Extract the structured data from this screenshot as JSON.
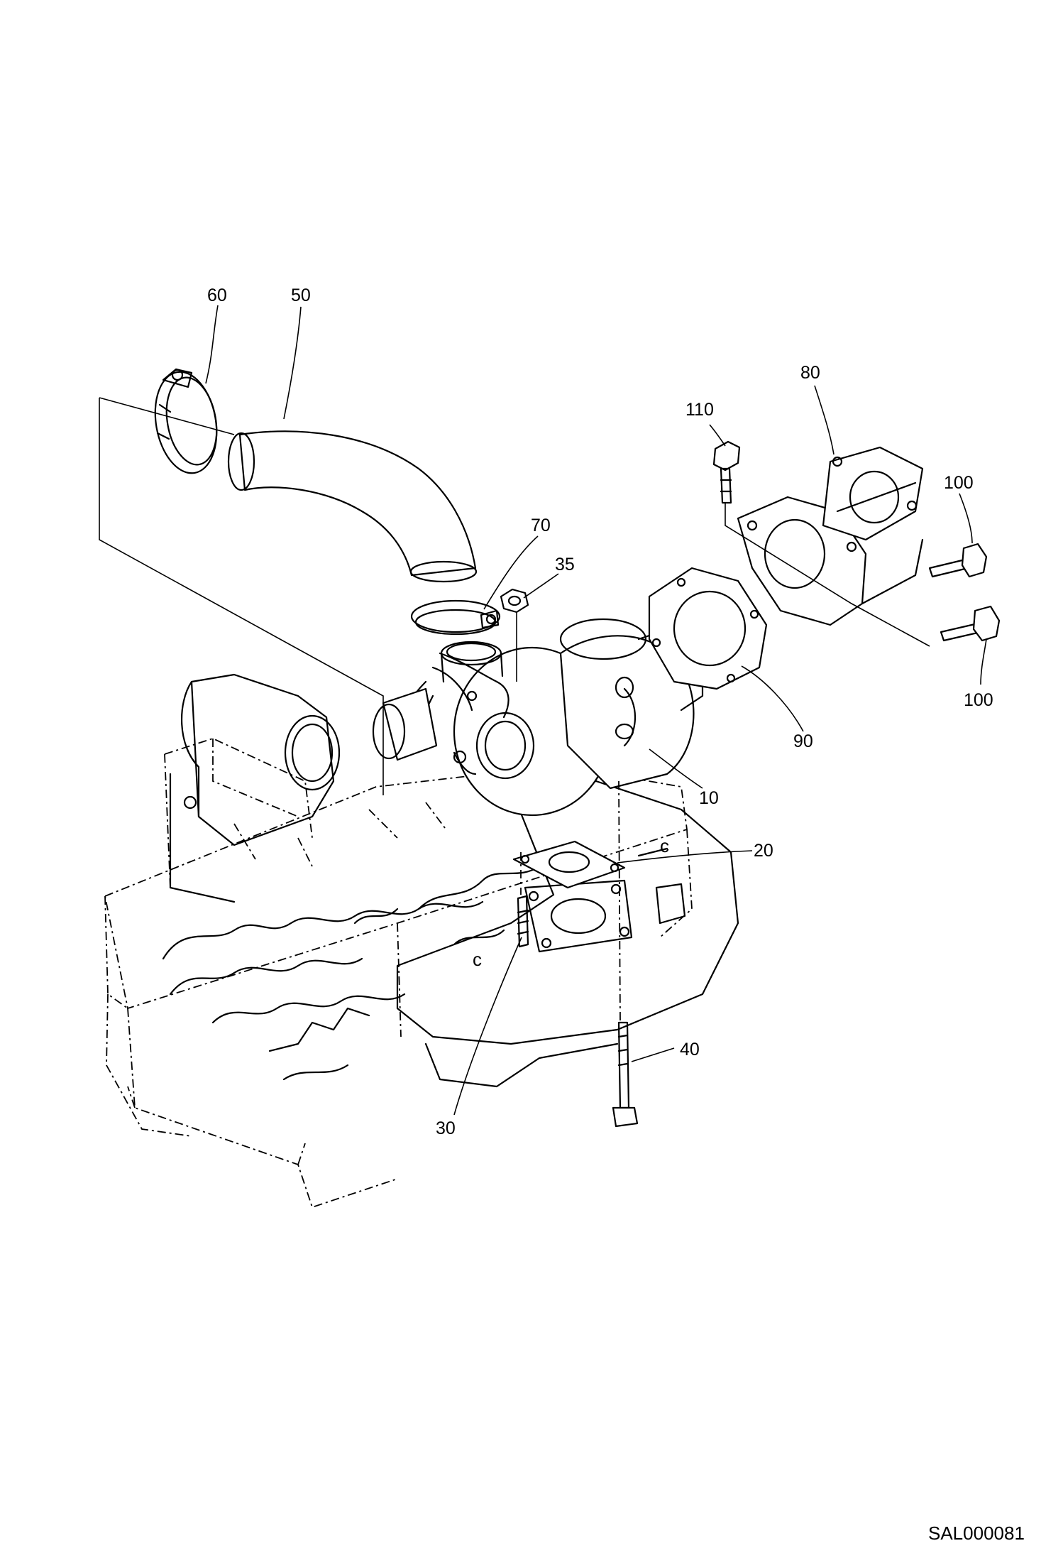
{
  "callouts": {
    "c10": "10",
    "c20": "20",
    "c30": "30",
    "c35": "35",
    "c40": "40",
    "c50": "50",
    "c60": "60",
    "c70": "70",
    "c80": "80",
    "c90": "90",
    "c100a": "100",
    "c100b": "100",
    "c110": "110"
  },
  "drawing_ref": "SAL000081"
}
